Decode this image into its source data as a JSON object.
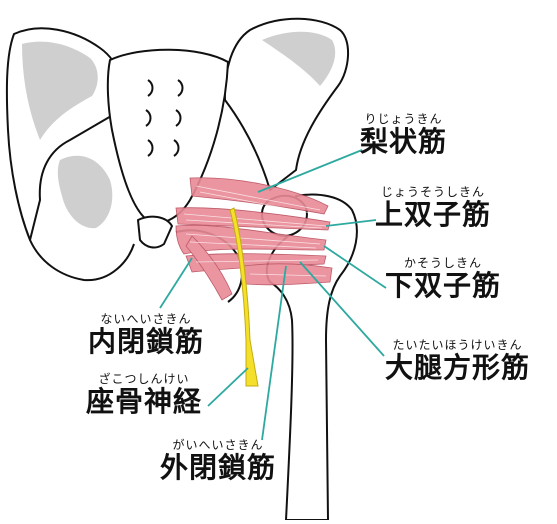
{
  "colors": {
    "leader_line": "#2ea9a0",
    "nerve": "#f4e02a",
    "muscle": "#e88a96",
    "bone_outline": "#111111",
    "bone_shade": "#cfcfcf"
  },
  "labels": {
    "piriformis": {
      "ruby": "りじょうきん",
      "main": "梨状筋"
    },
    "superior_gemellus": {
      "ruby": "じょうそうしきん",
      "main": "上双子筋"
    },
    "inferior_gemellus": {
      "ruby": "かそうしきん",
      "main": "下双子筋"
    },
    "quadratus_femoris": {
      "ruby": "たいたいほうけいきん",
      "main": "大腿方形筋"
    },
    "obturator_internus": {
      "ruby": "ないへいさきん",
      "main": "内閉鎖筋"
    },
    "sciatic_nerve": {
      "ruby": "ざこつしんけい",
      "main": "座骨神経"
    },
    "obturator_externus": {
      "ruby": "がいへいさきん",
      "main": "外閉鎖筋"
    }
  }
}
